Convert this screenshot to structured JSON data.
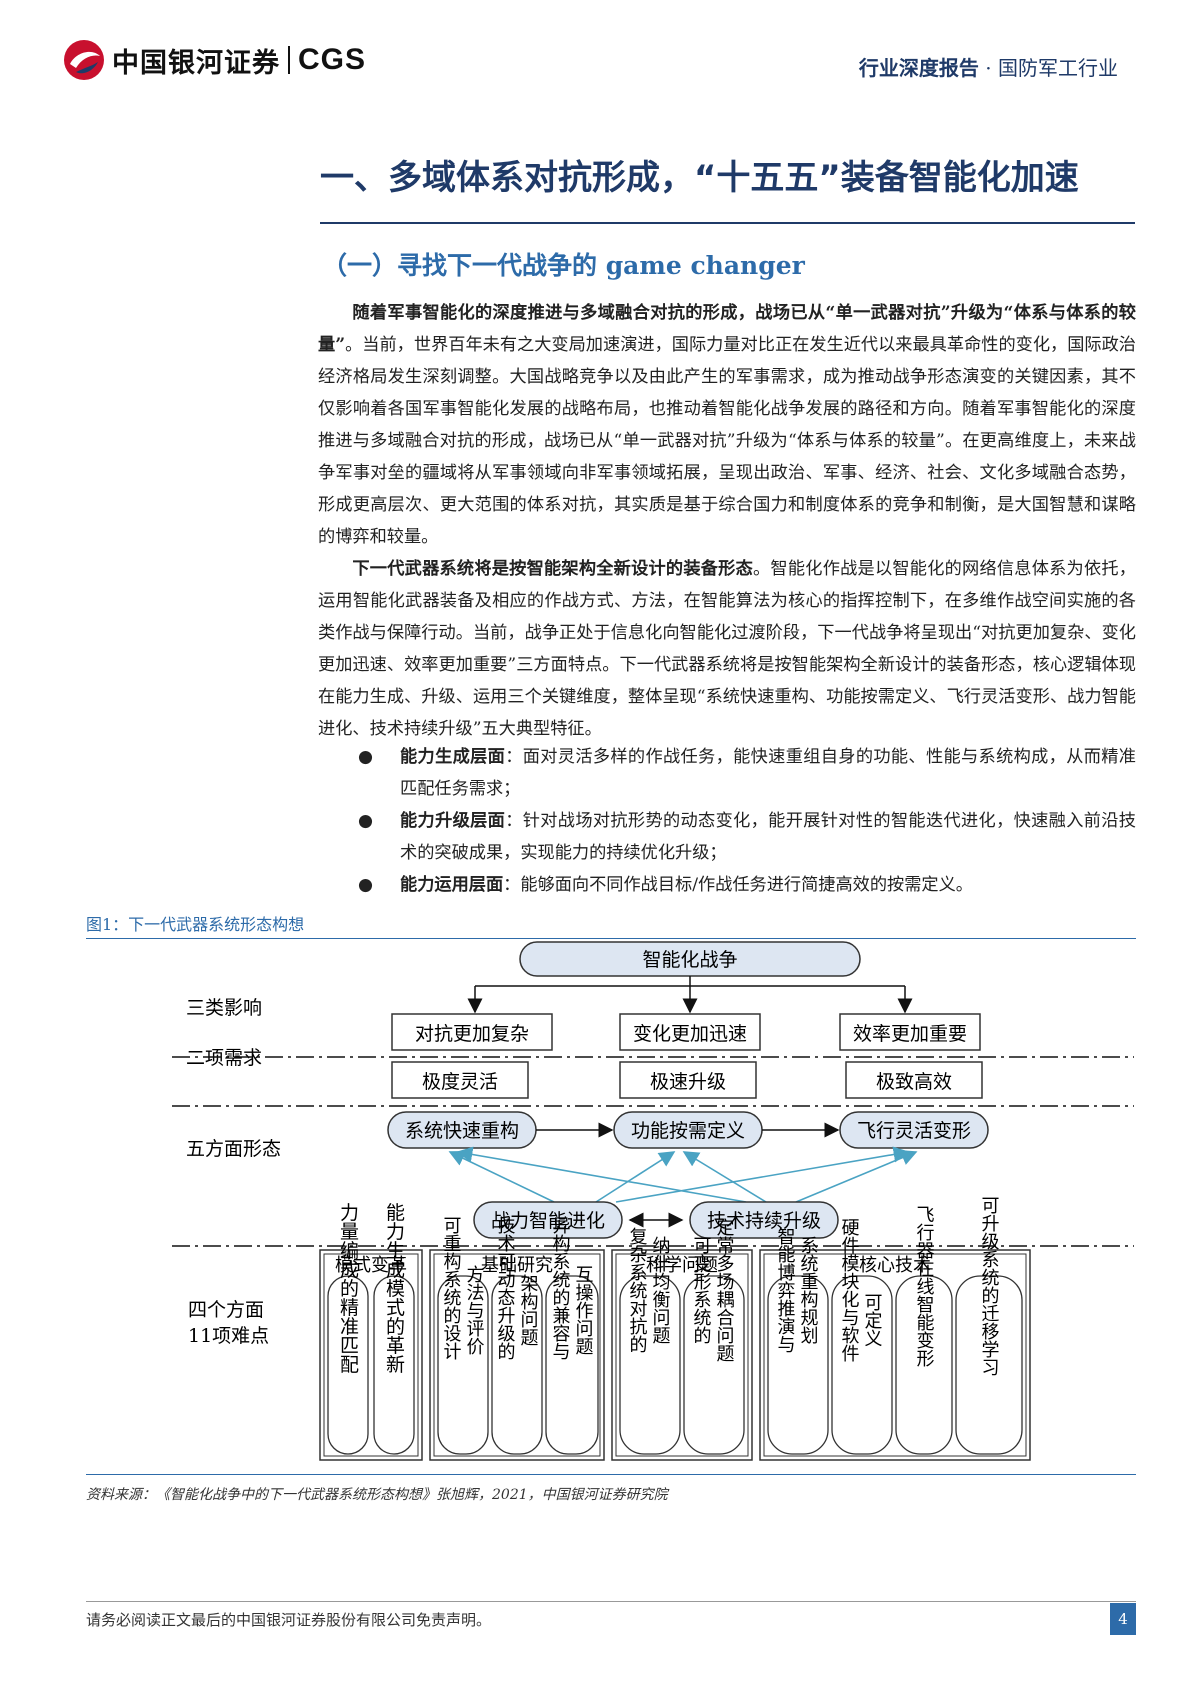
{
  "header": {
    "brand_cn": "中国银河证券",
    "brand_en": "CGS",
    "report_type": "行业深度报告",
    "separator": "·",
    "industry": "国防军工行业"
  },
  "section": {
    "title": "一、多域体系对抗形成，“十五五”装备智能化加速",
    "subtitle": "（一）寻找下一代战争的 game changer"
  },
  "paragraphs": [
    {
      "bold": "随着军事智能化的深度推进与多域融合对抗的形成，战场已从“单一武器对抗”升级为“体系与体系的较量”",
      "text": "。当前，世界百年未有之大变局加速演进，国际力量对比正在发生近代以来最具革命性的变化，国际政治经济格局发生深刻调整。大国战略竞争以及由此产生的军事需求，成为推动战争形态演变的关键因素，其不仅影响着各国军事智能化发展的战略布局，也推动着智能化战争发展的路径和方向。随着军事智能化的深度推进与多域融合对抗的形成，战场已从“单一武器对抗”升级为“体系与体系的较量”。在更高维度上，未来战争军事对垒的疆域将从军事领域向非军事领域拓展，呈现出政治、军事、经济、社会、文化多域融合态势，形成更高层次、更大范围的体系对抗，其实质是基于综合国力和制度体系的竞争和制衡，是大国智慧和谋略的博弈和较量。"
    },
    {
      "bold": "下一代武器系统将是按智能架构全新设计的装备形态",
      "text": "。智能化作战是以智能化的网络信息体系为依托，运用智能化武器装备及相应的作战方式、方法，在智能算法为核心的指挥控制下，在多维作战空间实施的各类作战与保障行动。当前，战争正处于信息化向智能化过渡阶段，下一代战争将呈现出“对抗更加复杂、变化更加迅速、效率更加重要”三方面特点。下一代武器系统将是按智能架构全新设计的装备形态，核心逻辑体现在能力生成、升级、运用三个关键维度，整体呈现“系统快速重构、功能按需定义、飞行灵活变形、战力智能进化、技术持续升级”五大典型特征。"
    }
  ],
  "bullets": [
    {
      "symbol": "●",
      "bold": "能力生成层面",
      "text": "：面对灵活多样的作战任务，能快速重组自身的功能、性能与系统构成，从而精准匹配任务需求；"
    },
    {
      "symbol": "●",
      "bold": "能力升级层面",
      "text": "：针对战场对抗形势的动态变化，能开展针对性的智能迭代进化，快速融入前沿技术的突破成果，实现能力的持续优化升级；"
    },
    {
      "symbol": "●",
      "bold": "能力运用层面",
      "text": "：能够面向不同作战目标/作战任务进行简捷高效的按需定义。"
    }
  ],
  "figure": {
    "title": "图1：下一代武器系统形态构想",
    "top_node": "智能化战争",
    "row_labels": [
      "三类影响",
      "二项需求",
      "五方面形态",
      "四个方面",
      "11项难点"
    ],
    "impacts": [
      "对抗更加复杂",
      "变化更加迅速",
      "效率更加重要"
    ],
    "demands": [
      "极度灵活",
      "极速升级",
      "极致高效"
    ],
    "forms_top": [
      "系统快速重构",
      "功能按需定义",
      "飞行灵活变形"
    ],
    "forms_bottom": [
      "战力智能进化",
      "技术持续升级"
    ],
    "groups": [
      {
        "name": "模式变革",
        "items": [
          "力量编成的精准匹配",
          "能力生成模式的革新"
        ]
      },
      {
        "name": "基础研究",
        "items": [
          "可重构系统的设计",
          "方法与评价",
          "技术可动态升级的",
          "架构问题",
          "异构系统的兼容与",
          "互操作问题"
        ]
      },
      {
        "name": "科学问题",
        "items": [
          "复杂系统对抗的",
          "纳什均衡问题",
          "可变形系统的",
          "定常多场耦合问题"
        ]
      },
      {
        "name": "核心技术",
        "items": [
          "智能博弈推演与",
          "系统重构规划",
          "硬件模块化与软件",
          "可定义",
          "飞行器在线智能变形",
          "可升级系统的迁移学习"
        ]
      }
    ],
    "colors": {
      "node_fill": "#dde6f2",
      "arrow_teal": "#4aa3c3",
      "accent": "#2d6ba9"
    }
  },
  "source": "资料来源：《智能化战争中的下一代武器系统形态构想》张旭辉，2021，中国银河证券研究院",
  "footer": {
    "disclaimer": "请务必阅读正文最后的中国银河证券股份有限公司免责声明。",
    "page_number": "4"
  }
}
